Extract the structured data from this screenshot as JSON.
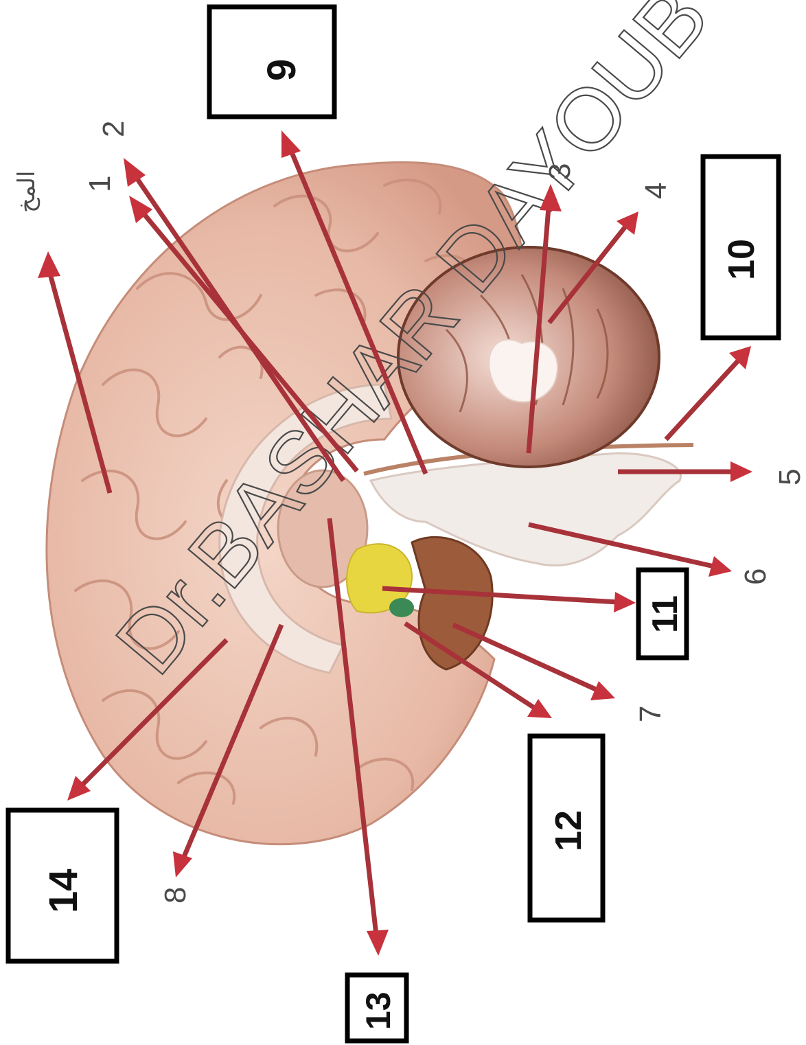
{
  "figure": {
    "title_arabic": "المخ",
    "watermark": "Dr.BASHAR DAYOUB",
    "number_labels": [
      "1",
      "2",
      "3",
      "4",
      "5",
      "6",
      "7",
      "8"
    ],
    "boxed_labels": [
      "9",
      "10",
      "11",
      "12",
      "13",
      "14"
    ]
  },
  "colors": {
    "arrow": "#a8323a",
    "cortex": "#e9bfae",
    "cerebellum": "#9c5b4a",
    "corpus_callosum": "#f3e6df",
    "hypothalamus": "#e8d640",
    "brainstem": "#f2ece8"
  }
}
